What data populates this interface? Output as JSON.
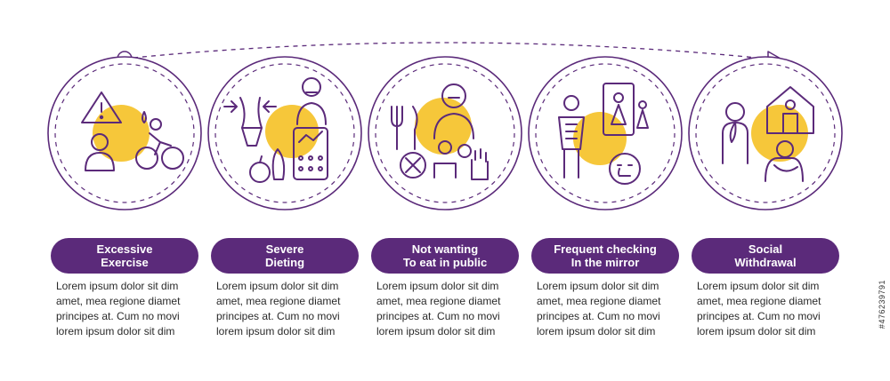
{
  "colors": {
    "primary": "#5b2a7a",
    "accent": "#f6c73a",
    "line": "#5b2a7a"
  },
  "steps": [
    {
      "label": "Excessive\nExercise",
      "description": "Lorem ipsum dolor sit dim amet, mea regione diamet principes at. Cum no movi lorem ipsum dolor sit dim",
      "icon": "excessive-exercise-icon"
    },
    {
      "label": "Severe\nDieting",
      "description": "Lorem ipsum dolor sit dim amet, mea regione diamet principes at. Cum no movi lorem ipsum dolor sit dim",
      "icon": "severe-dieting-icon"
    },
    {
      "label": "Not wanting\nTo eat in public",
      "description": "Lorem ipsum dolor sit dim amet, mea regione diamet principes at. Cum no movi lorem ipsum dolor sit dim",
      "icon": "not-eating-in-public-icon"
    },
    {
      "label": "Frequent checking\nIn the mirror",
      "description": "Lorem ipsum dolor sit dim amet, mea regione diamet principes at. Cum no movi lorem ipsum dolor sit dim",
      "icon": "mirror-checking-icon"
    },
    {
      "label": "Social\nWithdrawal",
      "description": "Lorem ipsum dolor sit dim amet, mea regione diamet principes at. Cum no movi lorem ipsum dolor sit dim",
      "icon": "social-withdrawal-icon"
    }
  ],
  "watermark": "#476239791"
}
